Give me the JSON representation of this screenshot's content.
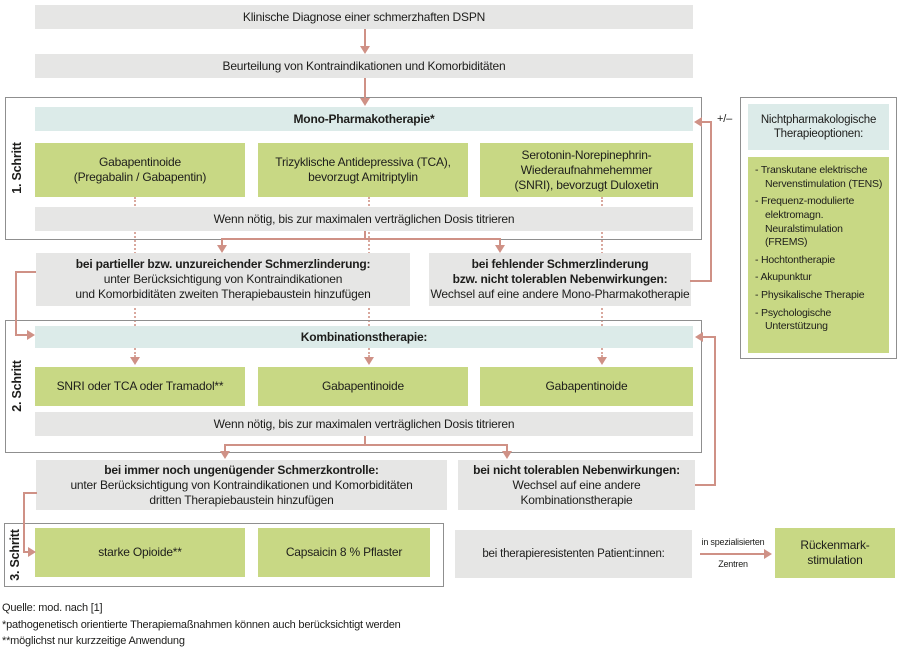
{
  "colors": {
    "option_green": "#c8d884",
    "header_teal": "#dcebe9",
    "box_gray": "#e6e6e5",
    "arrow_salmon": "#cf9186",
    "border_gray": "#8f8f8f"
  },
  "flow": {
    "diagnosis": "Klinische Diagnose einer schmerzhaften DSPN",
    "assessment": "Beurteilung von Kontraindikationen und Komorbiditäten",
    "plus_minus": "+/–",
    "step1": {
      "label": "1. Schritt",
      "header": "Mono-Pharmakotherapie*",
      "options": [
        "Gabapentinoide\n(Pregabalin / Gabapentin)",
        "Trizyklische Antidepressiva (TCA),\nbevorzugt Amitriptylin",
        "Serotonin-Norepinephrin-\nWiederaufnahmehemmer\n(SNRI), bevorzugt Duloxetin"
      ],
      "titration": "Wenn nötig, bis zur maximalen verträglichen Dosis titrieren"
    },
    "decision1_left": {
      "emphasis": "bei partieller bzw. unzureichender Schmerzlinderung:",
      "detail": "unter Berücksichtigung von Kontraindikationen\nund Komorbiditäten zweiten Therapiebaustein hinzufügen"
    },
    "decision1_right": {
      "emphasis": "bei fehlender Schmerzlinderung\nbzw. nicht tolerablen Nebenwirkungen:",
      "detail": "Wechsel auf eine andere Mono-Pharmakotherapie"
    },
    "step2": {
      "label": "2. Schritt",
      "header": "Kombinationstherapie:",
      "options": [
        "SNRI oder TCA oder Tramadol**",
        "Gabapentinoide",
        "Gabapentinoide"
      ],
      "titration": "Wenn nötig, bis zur maximalen verträglichen Dosis titrieren"
    },
    "decision2_left": {
      "emphasis": "bei immer noch ungenügender Schmerzkontrolle:",
      "detail": "unter Berücksichtigung von Kontraindikationen und Komorbiditäten\ndritten Therapiebaustein hinzufügen"
    },
    "decision2_right": {
      "emphasis": "bei nicht tolerablen Nebenwirkungen:",
      "detail": "Wechsel auf eine andere\nKombinationstherapie"
    },
    "step3": {
      "label": "3. Schritt",
      "options": [
        "starke Opioide**",
        "Capsaicin 8 % Pflaster"
      ]
    },
    "resistant": {
      "box": "bei therapieresistenten Patient:innen:",
      "arrow_label_top": "in spezialisierten",
      "arrow_label_bottom": "Zentren",
      "target": "Rückenmark-\nstimulation"
    }
  },
  "sidebar": {
    "title": "Nichtpharmakologische\nTherapieoptionen:",
    "items": [
      "Transkutane elektrische Nervenstimulation (TENS)",
      "Frequenz-modulierte elektromagn. Neuralstimulation (FREMS)",
      "Hochtontherapie",
      "Akupunktur",
      "Physikalische Therapie",
      "Psychologische Unterstützung"
    ]
  },
  "footer": {
    "source": "Quelle: mod. nach [1]",
    "note1": "*pathogenetisch orientierte Therapiemaßnahmen können auch berücksichtigt werden",
    "note2": "**möglichst nur kurzzeitige Anwendung"
  }
}
